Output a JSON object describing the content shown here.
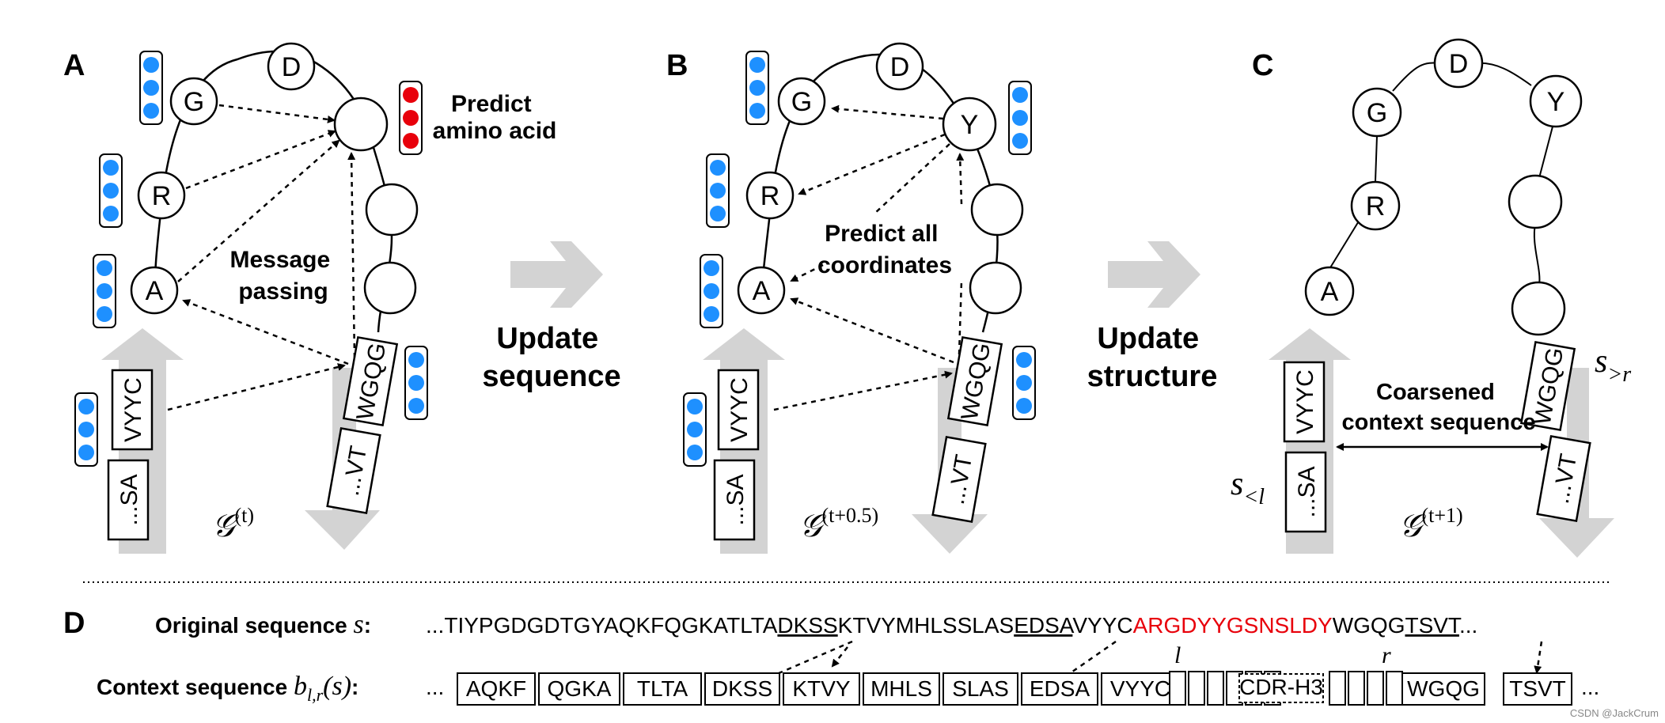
{
  "panels": {
    "a": {
      "letter": "A",
      "nodes": {
        "g": "G",
        "d": "D",
        "r": "R",
        "a": "A"
      },
      "frag_left_top": "VYYC",
      "frag_left_bottom": "...SA",
      "frag_right_top": "WGQG",
      "frag_right_bottom": "...VT",
      "predict": [
        "Predict",
        "amino acid"
      ],
      "message": [
        "Message",
        "passing"
      ],
      "graph_base": "𝒢",
      "graph_sup": "(t)"
    },
    "b": {
      "letter": "B",
      "nodes": {
        "g": "G",
        "d": "D",
        "y": "Y",
        "r": "R",
        "a": "A"
      },
      "frag_left_top": "VYYC",
      "frag_left_bottom": "...SA",
      "frag_right_top": "WGQG",
      "frag_right_bottom": "...VT",
      "predict": [
        "Predict all",
        "coordinates"
      ],
      "graph_base": "𝒢",
      "graph_sup": "(t+0.5)"
    },
    "c": {
      "letter": "C",
      "nodes": {
        "g": "G",
        "d": "D",
        "y": "Y",
        "r": "R",
        "a": "A"
      },
      "frag_left_top": "VYYC",
      "frag_left_bottom": "...SA",
      "frag_right_top": "WGQG",
      "frag_right_bottom": "...VT",
      "coarsened": [
        "Coarsened",
        "context sequence"
      ],
      "s_left_base": "s",
      "s_left_sub": "<l",
      "s_right_base": "s",
      "s_right_sub": ">r",
      "graph_base": "𝒢",
      "graph_sup": "(t+1)"
    }
  },
  "transitions": {
    "first": [
      "Update",
      "sequence"
    ],
    "second": [
      "Update",
      "structure"
    ]
  },
  "panel_d": {
    "letter": "D",
    "original_label": "Original sequence",
    "original_var": "s",
    "original_colon": ":",
    "context_label": "Context sequence",
    "context_var": "b",
    "context_sub": "l,r",
    "context_arg": "(s)",
    "context_colon": ":",
    "seq_prefix": "...TIYPGDGDTGYAQKFQGKATLTA",
    "seq_u1": "DKSS",
    "seq_mid1": "KTVYMHLSSLAS",
    "seq_u2": "EDSA",
    "seq_mid2": "VYYC",
    "seq_cdr": "ARGDYYGSNSLDY",
    "seq_mid3": "WGQG",
    "seq_u3": "TSVT",
    "seq_suffix": "...",
    "ctx_prefix": "...",
    "ctx_chunks": [
      "AQKF",
      "QGKA",
      "TLTA",
      "DKSS",
      "KTVY",
      "MHLS",
      "SLAS",
      "EDSA",
      "VYYC"
    ],
    "cdr_label": "CDR-H3",
    "ctx_after": [
      "WGQG",
      "TSVT"
    ],
    "ctx_suffix": "...",
    "l_label": "l",
    "r_label": "r"
  },
  "watermark": "CSDN @JackCrum",
  "colors": {
    "embedding_blue": "#1e90ff",
    "prediction_red": "#e8000b",
    "cdr_red": "#e8000b",
    "backbone_gray": "#d3d3d3"
  }
}
